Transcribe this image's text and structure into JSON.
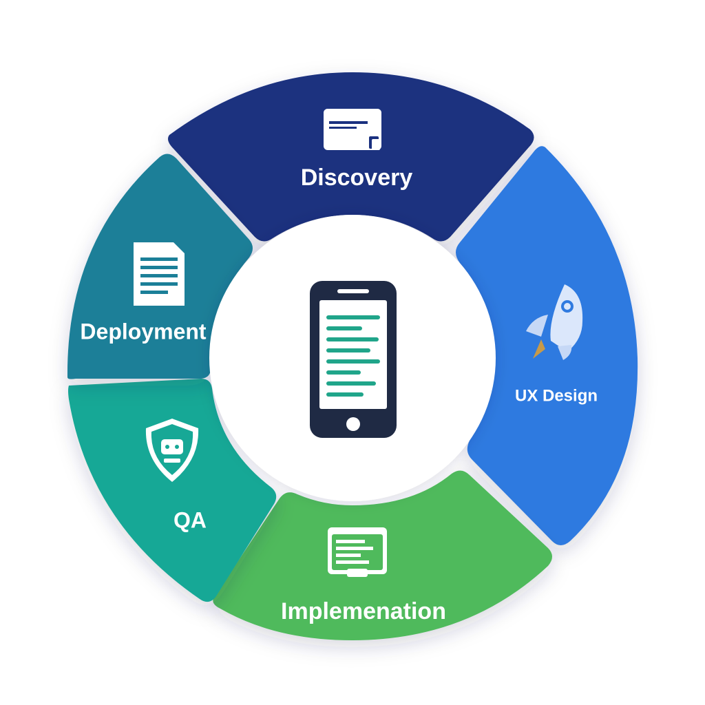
{
  "diagram": {
    "segments": [
      {
        "id": "discovery",
        "label": "Discovery",
        "color": "#1a307f",
        "icon": "browser-window-icon"
      },
      {
        "id": "ux-design",
        "label": "UX Design",
        "color": "#2f7ae0",
        "icon": "rocket-icon"
      },
      {
        "id": "implementation",
        "label": "Implemenation",
        "color": "#4fba5c",
        "icon": "code-editor-icon"
      },
      {
        "id": "qa",
        "label": "QA",
        "color": "#17a896",
        "icon": "shield-robot-icon"
      },
      {
        "id": "deployment",
        "label": "Deployment",
        "color": "#1b7f98",
        "icon": "document-icon"
      }
    ],
    "center": {
      "icon": "smartphone-icon",
      "color": "#1f2a44",
      "accent": "#20a58a"
    }
  }
}
